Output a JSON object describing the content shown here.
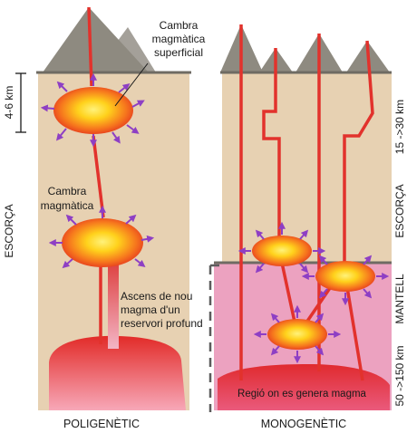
{
  "labels": {
    "cambra_superficial_1": "Cambra",
    "cambra_superficial_2": "magmàtica",
    "cambra_superficial_3": "superficial",
    "cambra_magmatica_1": "Cambra",
    "cambra_magmatica_2": "magmàtica",
    "ascens_1": "Ascens de nou",
    "ascens_2": "magma d'un",
    "ascens_3": "reservori profund",
    "regio": "Regió on es genera magma",
    "poligenetic": "POLIGENÈTIC",
    "monogenetic": "MONOGENÈTIC",
    "escorca_left": "ESCORÇA",
    "depth_left": "4-6 km",
    "escorca_right": "ESCORÇA",
    "depth_right_crust": "15 ->30 km",
    "mantell": "MANTELL",
    "depth_right_mantle": "50 ->150 km"
  },
  "colors": {
    "crust": "#e7d1b2",
    "mantle": "#eca2c0",
    "mountain": "#8e8a80",
    "magma": "#e2322c",
    "arrow": "#8e3fc4"
  }
}
